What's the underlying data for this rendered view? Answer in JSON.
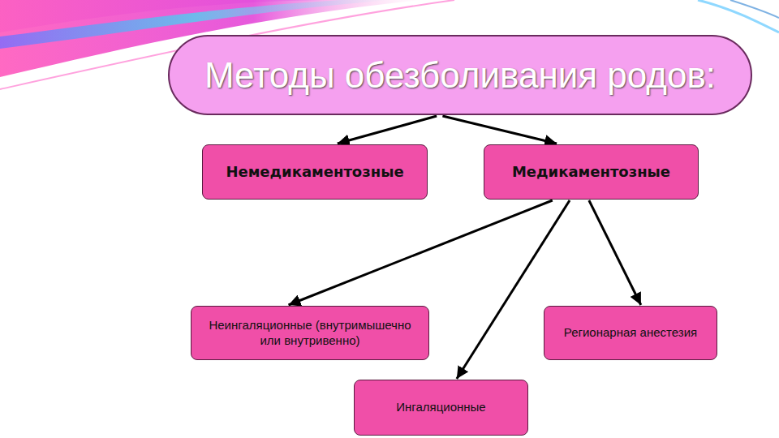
{
  "diagram": {
    "nodes": [
      {
        "text": [
          "Методы обезболивания родов:"
        ]
      },
      {
        "text": [
          "Немедикаментозные"
        ]
      },
      {
        "text": [
          "Медикаментозные"
        ]
      },
      {
        "text": [
          "Неингаляционные (внутримышечно или внутривенно)"
        ]
      },
      {
        "text": [
          "Регионарная анестезия"
        ]
      },
      {
        "text": [
          "Ингаляционные"
        ]
      }
    ],
    "edges": [
      {
        "from": 0,
        "to": 1,
        "arrow": "to"
      },
      {
        "from": 0,
        "to": 2,
        "arrow": "to"
      },
      {
        "from": 2,
        "to": 3,
        "arrow": "to"
      },
      {
        "from": 2,
        "to": 5,
        "arrow": "to"
      },
      {
        "from": 2,
        "to": 4,
        "arrow": "to"
      }
    ]
  }
}
